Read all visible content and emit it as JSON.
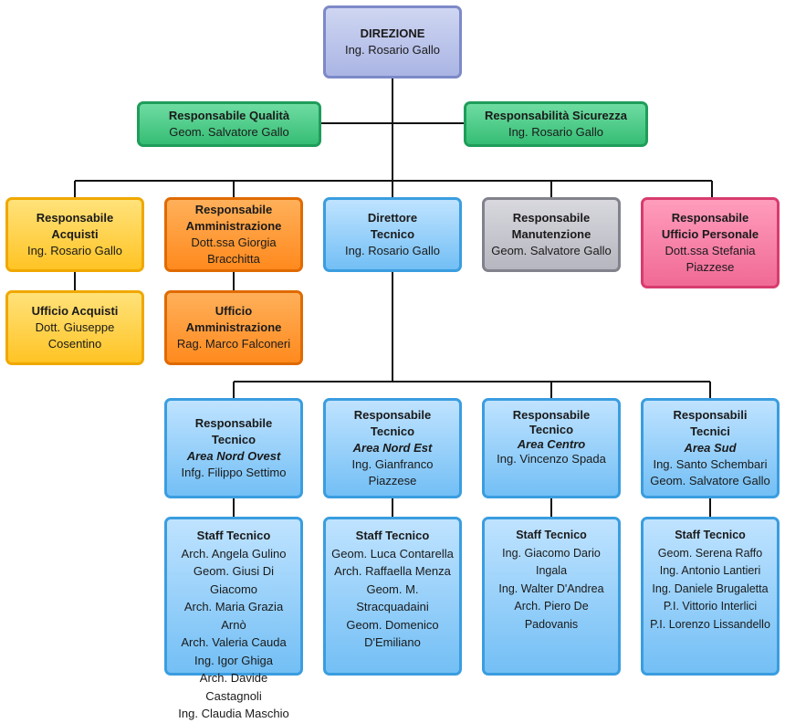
{
  "direzione": {
    "title": "DIREZIONE",
    "name": "Ing. Rosario Gallo"
  },
  "qualita": {
    "title": "Responsabile Qualità",
    "name": "Geom. Salvatore Gallo"
  },
  "sicurezza": {
    "title": "Responsabilità Sicurezza",
    "name": "Ing. Rosario Gallo"
  },
  "acquisti": {
    "title": [
      "Responsabile",
      "Acquisti"
    ],
    "name": [
      "Ing. Rosario Gallo"
    ]
  },
  "amministrazione": {
    "title": [
      "Responsabile",
      "Amministrazione"
    ],
    "name": [
      "Dott.ssa Giorgia",
      "Bracchitta"
    ]
  },
  "direttore_tecnico": {
    "title": [
      "Direttore",
      "Tecnico"
    ],
    "name": [
      "Ing. Rosario Gallo"
    ]
  },
  "manutenzione": {
    "title": [
      "Responsabile",
      "Manutenzione"
    ],
    "name": [
      "Geom. Salvatore Gallo"
    ]
  },
  "personale": {
    "title": [
      "Responsabile",
      "Ufficio Personale"
    ],
    "name": [
      "Dott.ssa Stefania",
      "Piazzese"
    ]
  },
  "ufficio_acquisti": {
    "title": [
      "Ufficio Acquisti"
    ],
    "name": [
      "Dott. Giuseppe",
      "Cosentino"
    ]
  },
  "ufficio_amministrazione": {
    "title": [
      "Ufficio",
      "Amministrazione"
    ],
    "name": [
      "Rag. Marco Falconeri"
    ]
  },
  "areas": [
    {
      "title": [
        "Responsabile",
        "Tecnico"
      ],
      "area": "Area Nord Ovest",
      "names": [
        "Infg. Filippo Settimo"
      ],
      "staff_title": "Staff Tecnico",
      "staff": [
        "Arch. Angela Gulino",
        "Geom. Giusi Di Giacomo",
        "Arch. Maria Grazia Arnò",
        "Arch. Valeria Cauda",
        "Ing. Igor Ghiga",
        "Arch. Davide Castagnoli",
        "Ing. Claudia Maschio"
      ]
    },
    {
      "title": [
        "Responsabile",
        "Tecnico"
      ],
      "area": "Area Nord Est",
      "names": [
        "Ing. Gianfranco",
        "Piazzese"
      ],
      "staff_title": "Staff Tecnico",
      "staff": [
        "Geom. Luca Contarella",
        "Arch. Raffaella Menza",
        "Geom. M. Stracquadaini",
        "Geom. Domenico",
        "D'Emiliano"
      ]
    },
    {
      "title": [
        "Responsabile",
        "Tecnico"
      ],
      "area": "Area Centro",
      "names": [
        "Ing. Vincenzo Spada"
      ],
      "staff_title": "Staff Tecnico",
      "staff": [
        "Ing. Giacomo Dario Ingala",
        "Ing. Walter D'Andrea",
        "Arch. Piero De Padovanis"
      ]
    },
    {
      "title": [
        "Responsabili",
        "Tecnici"
      ],
      "area": "Area Sud",
      "names": [
        "Ing. Santo Schembari",
        "Geom. Salvatore Gallo"
      ],
      "staff_title": "Staff Tecnico",
      "staff": [
        "Geom. Serena Raffo",
        "Ing. Antonio Lantieri",
        "Ing. Daniele Brugaletta",
        "P.I. Vittorio Interlici",
        "P.I. Lorenzo Lissandello"
      ]
    }
  ]
}
